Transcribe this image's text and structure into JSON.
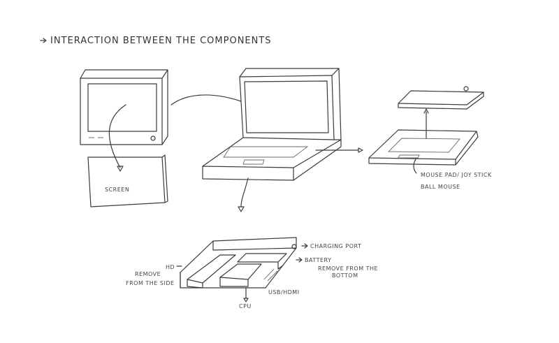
{
  "title": "INTERACTION BETWEEN THE COMPONENTS",
  "labels": {
    "screen": "SCREEN",
    "mouse_pad": "MOUSE PAD/ JOY STICK",
    "ball_mouse": "BALL MOUSE",
    "charging_port": "CHARGING PORT",
    "battery": "BATTERY",
    "battery_note_1": "REMOVE FROM THE",
    "battery_note_2": "BOTTOM",
    "hd": "HD",
    "hd_note_1": "REMOVE",
    "hd_note_2": "FROM THE SIDE",
    "usb_hdmi": "USB/HDMI",
    "cpu": "CPU"
  }
}
